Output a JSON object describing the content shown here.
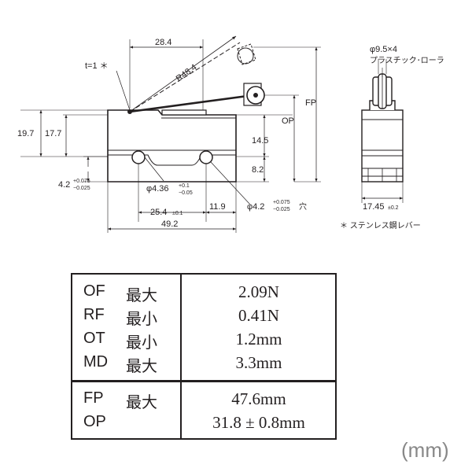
{
  "drawing": {
    "dims": {
      "d_28_4": "28.4",
      "t1": "t=1 ＊",
      "r48_4": "R48.4",
      "d_19_7": "19.7",
      "d_17_7": "17.7",
      "d_4_2_left": "4.2",
      "d_4_2_left_tol_up": "+0.075",
      "d_4_2_left_tol_dn": "−0.025",
      "d_4_36": "φ4.36",
      "d_4_36_tol_up": "+0.1",
      "d_4_36_tol_dn": "−0.05",
      "d_25_4": "25.4",
      "d_25_4_tol": "±0.1",
      "d_11_9": "11.9",
      "d_4_2_hole": "φ4.2",
      "d_4_2_hole_tol_up": "+0.075",
      "d_4_2_hole_tol_dn": "−0.025",
      "d_4_2_hole_suffix": "穴",
      "d_49_2": "49.2",
      "d_14_5": "14.5",
      "d_8_2": "8.2",
      "op": "OP",
      "fp": "FP",
      "roller": "φ9.5×4",
      "roller_note": "プラスチック･ローラ",
      "d_17_45": "17.45",
      "d_17_45_tol": "±0.2",
      "footnote": "＊ ステンレス鋼レバー"
    }
  },
  "spec_table": {
    "rows": [
      {
        "code": "OF",
        "qual": "最大",
        "value": "2.09N"
      },
      {
        "code": "RF",
        "qual": "最小",
        "value": "0.41N"
      },
      {
        "code": "OT",
        "qual": "最小",
        "value": "1.2mm"
      },
      {
        "code": "MD",
        "qual": "最大",
        "value": "3.3mm"
      },
      {
        "code": "FP",
        "qual": "最大",
        "value": "47.6mm"
      },
      {
        "code": "OP",
        "qual": "",
        "value": "31.8 ± 0.8mm"
      }
    ]
  },
  "unit_label": "(mm)"
}
